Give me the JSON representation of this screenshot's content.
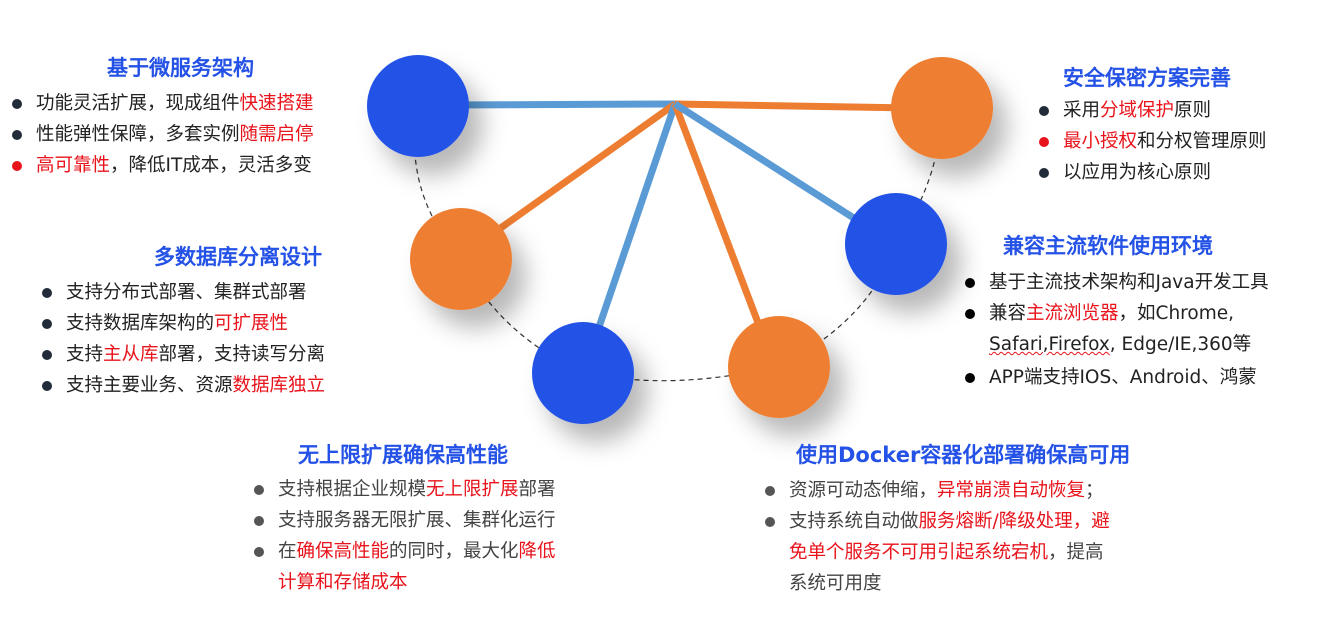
{
  "colors": {
    "blue_node": "#2452e6",
    "orange_node": "#ee7f32",
    "blue_line": "#5b9bd5",
    "orange_line": "#ed7d31",
    "title": "#2452e6",
    "highlight": "#e8131b"
  },
  "sections": {
    "microservice": {
      "title": "基于微服务架构",
      "items": [
        {
          "a": "功能灵活扩展，现成组件",
          "b": "快速搭建",
          "c": ""
        },
        {
          "a": "性能弹性保障，多套实例",
          "b": "随需启停",
          "c": ""
        },
        {
          "a": "",
          "b": "高可靠性",
          "c": "，降低IT成本，灵活多变"
        }
      ]
    },
    "database": {
      "title": "多数据库分离设计",
      "items": [
        {
          "a": "支持分布式部署、集群式部署",
          "b": "",
          "c": ""
        },
        {
          "a": "支持数据库架构的",
          "b": "可扩展性",
          "c": ""
        },
        {
          "a": "支持",
          "b": "主从库",
          "c": "部署，支持读写分离"
        },
        {
          "a": "支持主要业务、资源",
          "b": "数据库独立",
          "c": ""
        }
      ]
    },
    "scaling": {
      "title": "无上限扩展确保高性能",
      "items": [
        {
          "a": "支持根据企业规模",
          "b": "无上限扩展",
          "c": "部署"
        },
        {
          "a": "支持服务器无限扩展、集群化运行",
          "b": "",
          "c": ""
        },
        {
          "a": "在",
          "b": "确保高性能",
          "c": "的同时，最大化",
          "d": "降低"
        }
      ],
      "continuation": "计算和存储成本"
    },
    "security": {
      "title": "安全保密方案完善",
      "items": [
        {
          "a": "采用",
          "b": "分域保护",
          "c": "原则"
        },
        {
          "a": "",
          "b": "最小授权",
          "c": "和分权管理原则"
        },
        {
          "a": "以应用为核心原则",
          "b": "",
          "c": ""
        }
      ]
    },
    "compat": {
      "title": "兼容主流软件使用环境",
      "items": [
        {
          "a": "基于主流技术架构和Java开发工具",
          "b": "",
          "c": ""
        },
        {
          "a": "兼容",
          "b": "主流浏览器",
          "c": "，如Chrome,"
        },
        {
          "a": "APP端支持IOS、Android、鸿蒙",
          "b": "",
          "c": ""
        }
      ],
      "continuation_a": "Safari,Firefox",
      "continuation_b": ", Edge/IE,360等"
    },
    "docker": {
      "title": "使用Docker容器化部署确保高可用",
      "items": [
        {
          "a": "资源可动态伸缩，",
          "b": "异常崩溃自动恢复",
          "c": "；"
        },
        {
          "a": "支持系统自动做",
          "b": "服务熔断/降级处理，避",
          "c": ""
        }
      ],
      "continuation_1a": "免单个服务不可用引起系统宕机",
      "continuation_1b": "，提高",
      "continuation_2": "系统可用度"
    }
  },
  "nodes": [
    {
      "id": "microservice",
      "color": "blue"
    },
    {
      "id": "database",
      "color": "orange"
    },
    {
      "id": "scaling",
      "color": "blue"
    },
    {
      "id": "docker",
      "color": "orange"
    },
    {
      "id": "compat",
      "color": "blue"
    },
    {
      "id": "security",
      "color": "orange"
    }
  ]
}
